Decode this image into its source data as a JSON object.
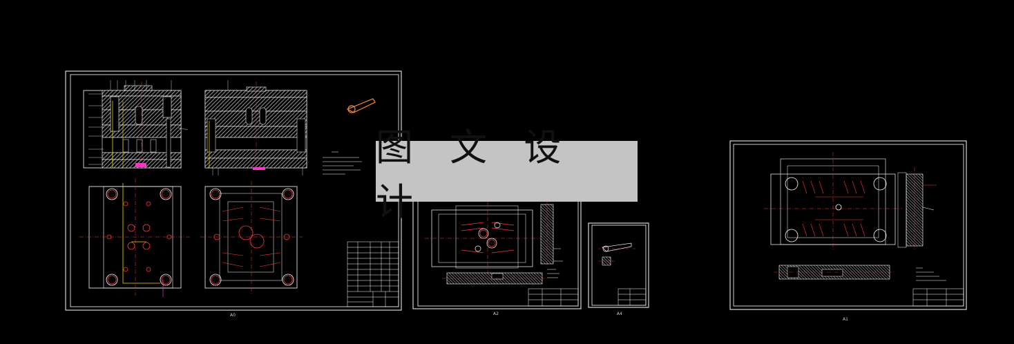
{
  "app": {
    "watermark_text": "图 文 设 计"
  },
  "sheets": [
    {
      "id": "A0",
      "label": "A0"
    },
    {
      "id": "A2",
      "label": "A2"
    },
    {
      "id": "A4",
      "label": "A4"
    },
    {
      "id": "A1",
      "label": "A1"
    }
  ],
  "colors": {
    "background": "#000000",
    "frame": "#ffffff",
    "part": "#ffffff",
    "hatch": "#cfcfcf",
    "center_line": "#ff3b3b",
    "dimension": "#ff3b3b",
    "ejector": "#ffd200",
    "accent_magenta": "#ff33cc",
    "watermark_bg": "#c4c4c4"
  }
}
